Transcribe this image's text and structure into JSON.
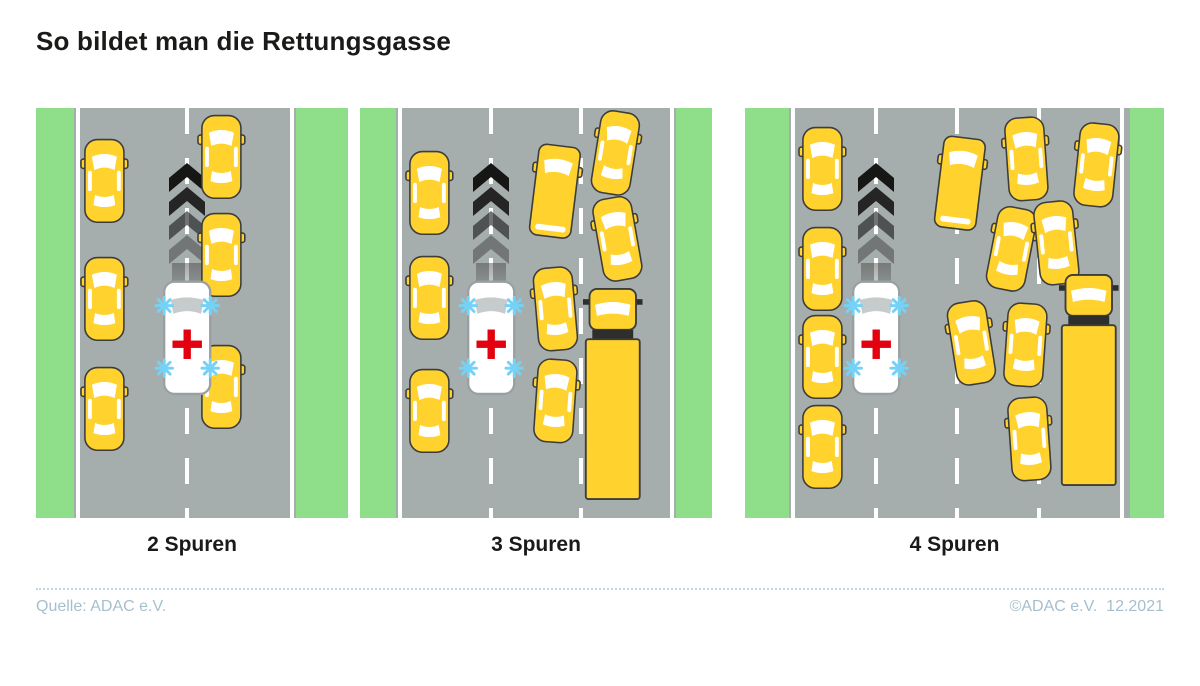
{
  "title": "So bildet man die Rettungsgasse",
  "panels": [
    {
      "label": "2 Spuren",
      "lanes": 2,
      "vehicles": {
        "cars": 6,
        "vans": 0,
        "trucks": 0,
        "ambulances": 1
      }
    },
    {
      "label": "3 Spuren",
      "lanes": 3,
      "vehicles": {
        "cars": 7,
        "vans": 1,
        "trucks": 1,
        "ambulances": 1
      }
    },
    {
      "label": "4 Spuren",
      "lanes": 4,
      "vehicles": {
        "cars": 11,
        "vans": 1,
        "trucks": 1,
        "ambulances": 1
      }
    }
  ],
  "footer": {
    "source": "Quelle: ADAC e.V.",
    "copyright": "©ADAC e.V.  12.2021"
  },
  "colors": {
    "shoulder_green": "#8FDE8A",
    "road_gray": "#A6ADAD",
    "vehicle_yellow": "#FFD22E",
    "vehicle_outline": "#3C3C3B",
    "cross_red": "#E3000F",
    "flash_blue": "#74D2F6",
    "title_color": "#1A1A18",
    "footer_color": "#A6BFCD",
    "divider_color": "#C3D6E0"
  }
}
